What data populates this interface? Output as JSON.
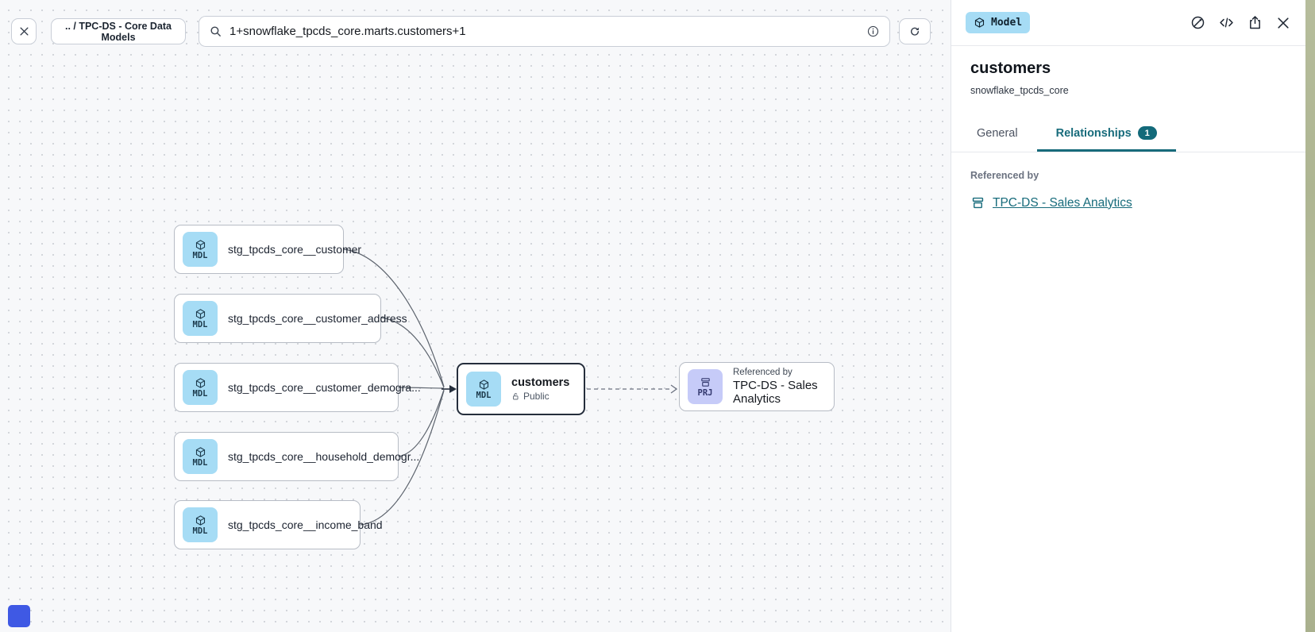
{
  "toolbar": {
    "breadcrumb": ".. / TPC-DS - Core Data Models",
    "search_value": "1+snowflake_tpcds_core.marts.customers+1"
  },
  "canvas": {
    "upstream_nodes": [
      {
        "badge": "MDL",
        "label": "stg_tpcds_core__customer"
      },
      {
        "badge": "MDL",
        "label": "stg_tpcds_core__customer_address"
      },
      {
        "badge": "MDL",
        "label": "stg_tpcds_core__customer_demogra..."
      },
      {
        "badge": "MDL",
        "label": "stg_tpcds_core__household_demogr..."
      },
      {
        "badge": "MDL",
        "label": "stg_tpcds_core__income_band"
      }
    ],
    "selected_node": {
      "badge": "MDL",
      "title": "customers",
      "visibility": "Public"
    },
    "referenced_node": {
      "badge": "PRJ",
      "kicker": "Referenced by",
      "title": "TPC-DS - Sales Analytics"
    }
  },
  "panel": {
    "type_badge": "Model",
    "title": "customers",
    "subtitle": "snowflake_tpcds_core",
    "tabs": {
      "general": "General",
      "relationships": "Relationships",
      "relationships_count": "1"
    },
    "referenced_by_label": "Referenced by",
    "referenced_by_link": "TPC-DS - Sales Analytics"
  },
  "colors": {
    "accent_teal": "#176b7b",
    "model_badge_bg": "#a6dcf5",
    "project_badge_bg": "#c6cbf8",
    "selected_node_border": "#252e3c",
    "canvas_bg": "#f7f8fa",
    "wallpaper_edge": "#b0b794",
    "attribution_square": "#3f59e4"
  }
}
